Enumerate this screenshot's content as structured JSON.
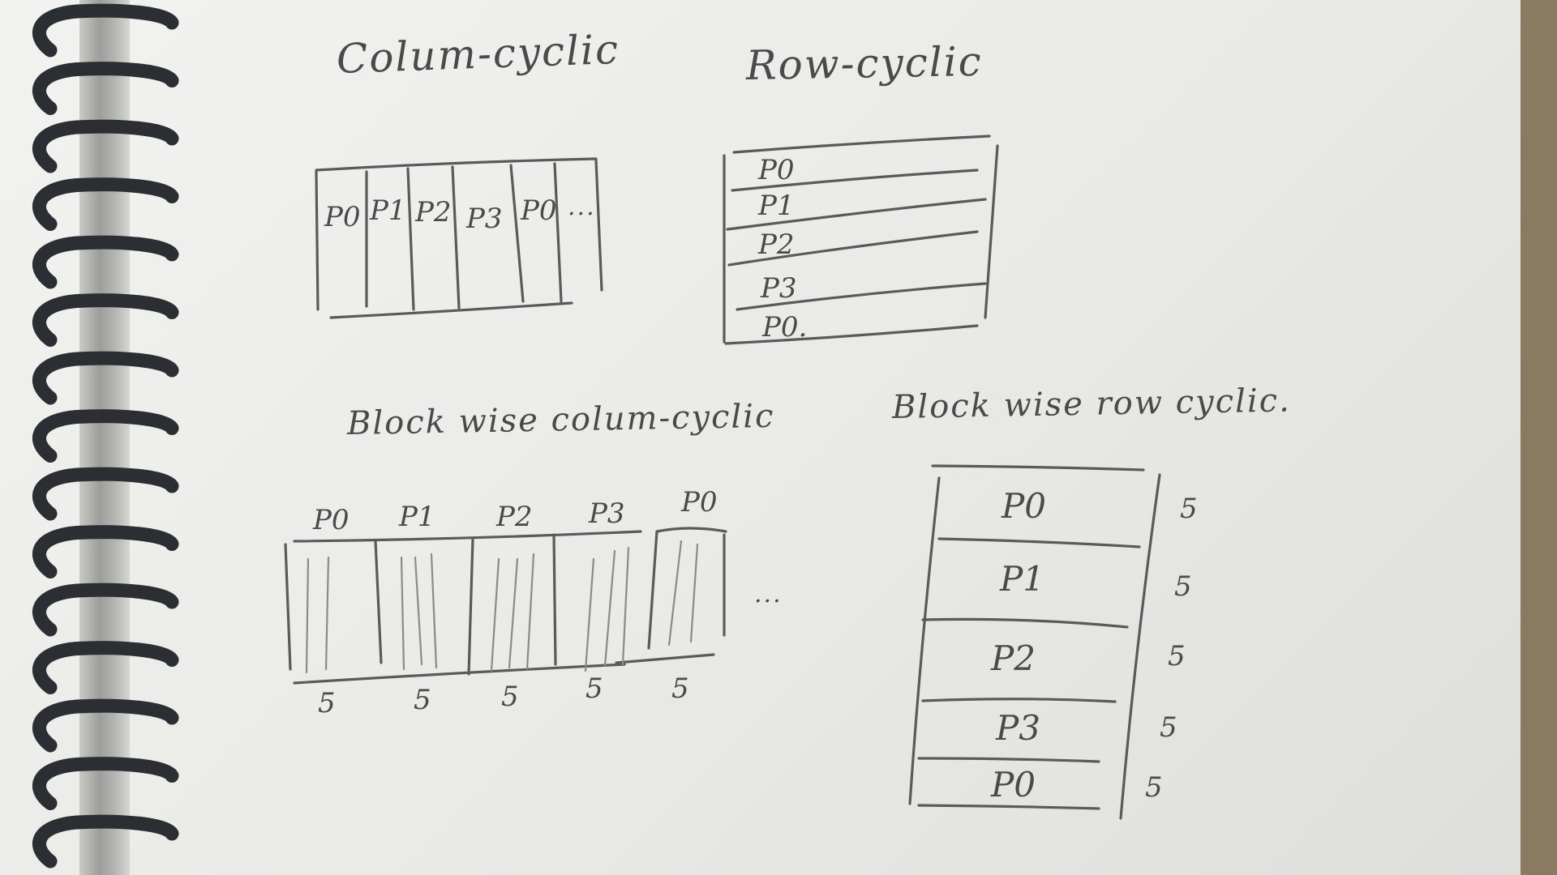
{
  "sections": {
    "column_cyclic": {
      "title": "Colum-cyclic",
      "columns": [
        "P0",
        "P1",
        "P2",
        "P3",
        "P0"
      ],
      "ellipsis": "..."
    },
    "row_cyclic": {
      "title": "Row-cyclic",
      "rows": [
        "P0",
        "P1",
        "P2",
        "P3",
        "P0."
      ]
    },
    "block_column_cyclic": {
      "title": "Block wise colum-cyclic",
      "blocks": [
        "P0",
        "P1",
        "P2",
        "P3",
        "P0"
      ],
      "block_sizes": [
        "5",
        "5",
        "5",
        "5",
        "5"
      ],
      "ellipsis": "..."
    },
    "block_row_cyclic": {
      "title": "Block wise row cyclic.",
      "blocks": [
        "P0",
        "P1",
        "P2",
        "P3",
        "P0"
      ],
      "block_sizes": [
        "5",
        "5",
        "5",
        "5",
        "5"
      ]
    }
  },
  "colors": {
    "pencil": "#5a5a5a",
    "paper": "#eeeeec",
    "spiral": "#2b2f33"
  }
}
